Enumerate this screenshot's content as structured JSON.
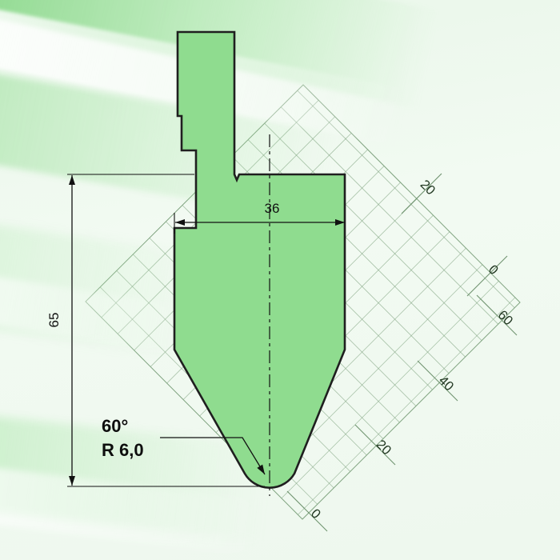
{
  "page": {
    "title": "Press brake punch technical drawing"
  },
  "colors": {
    "tool_fill": "#8fdc8f",
    "tool_outline": "#1f1f1f",
    "grid_line": "#7fa37f",
    "dimension_line": "#111111",
    "background_tint": "#eaf7ea"
  },
  "dimensions": {
    "width": {
      "label": "36"
    },
    "height": {
      "label": "65"
    },
    "angle": {
      "label": "60°"
    },
    "radius": {
      "label": "R 6,0"
    }
  },
  "axes": {
    "upper_ticks": [
      {
        "label": "20"
      },
      {
        "label": "0"
      }
    ],
    "lower_ticks": [
      {
        "label": "60"
      },
      {
        "label": "40"
      },
      {
        "label": "20"
      },
      {
        "label": "0"
      }
    ]
  }
}
